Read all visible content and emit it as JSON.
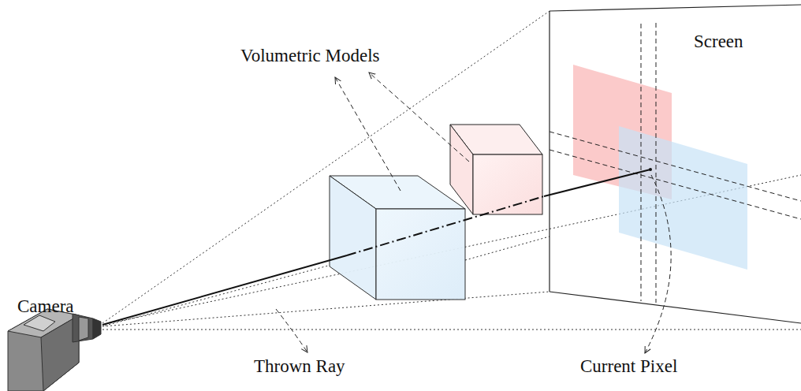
{
  "diagram": {
    "labels": [
      "Volumetric Models",
      "Screen",
      "Camera",
      "Thrown Ray",
      "Current Pixel"
    ]
  }
}
